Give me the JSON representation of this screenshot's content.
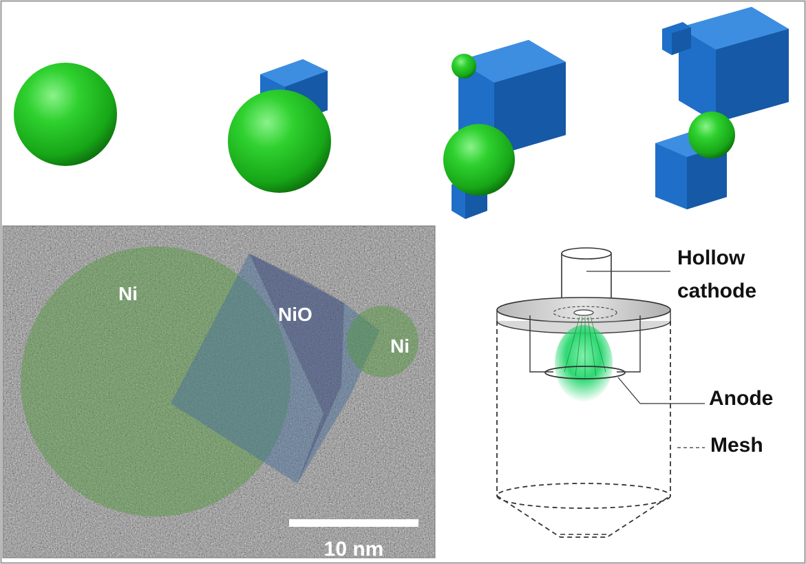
{
  "colors": {
    "frame": "#9a9a9a",
    "sphere_green": "#1fc21f",
    "cube_blue": "#1f6fc8",
    "tem_background": "#8e8e8e",
    "ni_overlay": "#4f9a3a",
    "nio_overlay": "#4a6f9a",
    "plasma_green": "#22d66a",
    "label_white": "#ffffff",
    "label_black": "#111111"
  },
  "tem": {
    "labels": {
      "ni_large": "Ni",
      "nio": "NiO",
      "ni_small": "Ni"
    },
    "scale_bar_label": "10 nm"
  },
  "apparatus": {
    "labels": {
      "hollow_line1": "Hollow",
      "hollow_line2": "cathode",
      "anode": "Anode",
      "mesh": "Mesh"
    }
  },
  "icons": {
    "stage1": "green-sphere-icon",
    "stage2": "sphere-with-cube-icon",
    "stage3": "two-spheres-two-cubes-icon",
    "stage4": "small-sphere-three-cubes-icon",
    "reactor": "hollow-cathode-reactor-icon"
  }
}
